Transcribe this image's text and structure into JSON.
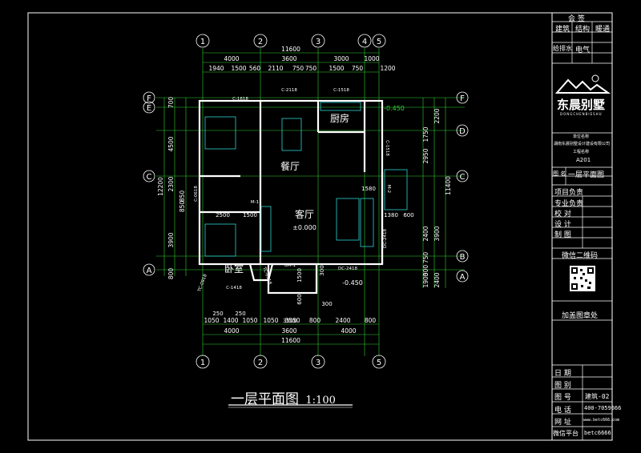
{
  "drawing": {
    "title": "一层平面图",
    "scale": "1:100",
    "axes_h": [
      "1",
      "2",
      "3",
      "4",
      "5"
    ],
    "axes_v": [
      "A",
      "B",
      "C",
      "D",
      "E",
      "F"
    ],
    "dims_top_total": "11600",
    "dims_top_row1": [
      "4000",
      "3600",
      "3000",
      "1000"
    ],
    "dims_top_row2": [
      "1940",
      "1500",
      "560",
      "2110",
      "750",
      "750",
      "1500",
      "750",
      "1200"
    ],
    "dims_bottom_row1": [
      "1050",
      "1400",
      "1050",
      "1050",
      "3550",
      "800",
      "2400",
      "800"
    ],
    "dims_bottom_row2": [
      "4000",
      "3600",
      "4000"
    ],
    "dims_bottom_total": "11600",
    "dims_left_total": "12200",
    "dims_left": [
      "700",
      "4500",
      "2300",
      "850",
      "850",
      "3900",
      "800"
    ],
    "dims_right_total": "11400",
    "dims_right": [
      "2200",
      "1750",
      "2950",
      "2400",
      "3900",
      "750",
      "1900",
      "500",
      "2400"
    ],
    "rooms": {
      "dining": "餐厅",
      "kitchen": "厨房",
      "living": "客厅",
      "bedroom": "卧室",
      "living_level": "±0.000",
      "kitchen_level": "-0.450",
      "porch_level": "-0.450"
    },
    "tags": [
      "C-1618",
      "C-2118",
      "C-1518",
      "C-1518",
      "C-0618",
      "C-1418",
      "M-1",
      "BM-1",
      "M-2",
      "DC-2418",
      "DC-2418",
      "TC-0918",
      "TC-0918"
    ],
    "misc_dims": [
      "1580",
      "1380",
      "600",
      "2500",
      "1500",
      "1500",
      "3500",
      "300",
      "600",
      "300",
      "250",
      "250"
    ]
  },
  "title_block": {
    "sign_header": "会 签",
    "sign_row1": [
      "建筑",
      "结构",
      "暖通"
    ],
    "sign_row2": [
      "给排水",
      "电气"
    ],
    "logo_text": "东晨别墅",
    "logo_sub": "DONGCHENBIESHU",
    "unit_label": "单位名称",
    "unit_name": "湖南东晨别墅设计建设有限公司",
    "project_label": "工程名称",
    "project_code": "A201",
    "drawing_name_label": "图 名",
    "drawing_name": "一层平面图",
    "roles": [
      "项目负责",
      "专业负责",
      "校 对",
      "设 计",
      "制 图"
    ],
    "qr_label": "微信二维码",
    "stamp_label": "加盖图章处",
    "info_rows": [
      {
        "label": "日 期",
        "value": ""
      },
      {
        "label": "图 别",
        "value": ""
      },
      {
        "label": "图 号",
        "value": "建筑-02"
      },
      {
        "label": "电 话",
        "value": "400-7059666"
      },
      {
        "label": "网 址",
        "value": "www.betc666.com"
      },
      {
        "label": "微信平台",
        "value": "betc6666"
      }
    ]
  }
}
